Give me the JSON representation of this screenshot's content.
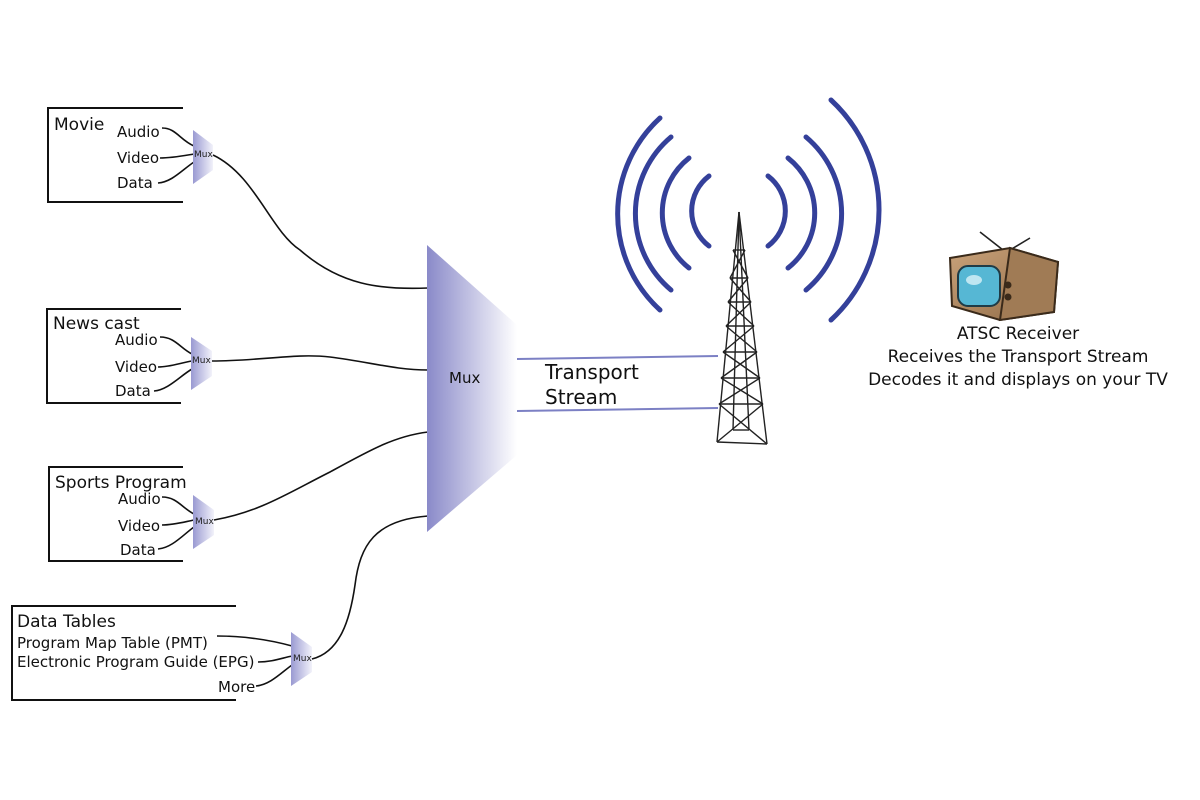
{
  "colors": {
    "mux_dark": "#8a8ac9",
    "mux_light": "#ffffff",
    "signal": "#34409a",
    "line_blue": "#7c80c4"
  },
  "programs": [
    {
      "title": "Movie",
      "inputs": [
        "Audio",
        "Video",
        "Data"
      ],
      "mux": "Mux"
    },
    {
      "title": "News cast",
      "inputs": [
        "Audio",
        "Video",
        "Data"
      ],
      "mux": "Mux"
    },
    {
      "title": "Sports Program",
      "inputs": [
        "Audio",
        "Video",
        "Data"
      ],
      "mux": "Mux"
    },
    {
      "title": "Data Tables",
      "inputs": [
        "Program Map Table (PMT)",
        "Electronic Program Guide (EPG)",
        "More"
      ],
      "mux": "Mux"
    }
  ],
  "main_mux": {
    "label": "Mux"
  },
  "transport_stream": {
    "line1": "Transport",
    "line2": "Stream"
  },
  "icons": {
    "tower": "antenna-tower-icon",
    "tv": "television-icon"
  },
  "receiver": {
    "title": "ATSC Receiver",
    "line2": "Receives the Transport Stream",
    "line3": "Decodes it and displays on your TV"
  }
}
